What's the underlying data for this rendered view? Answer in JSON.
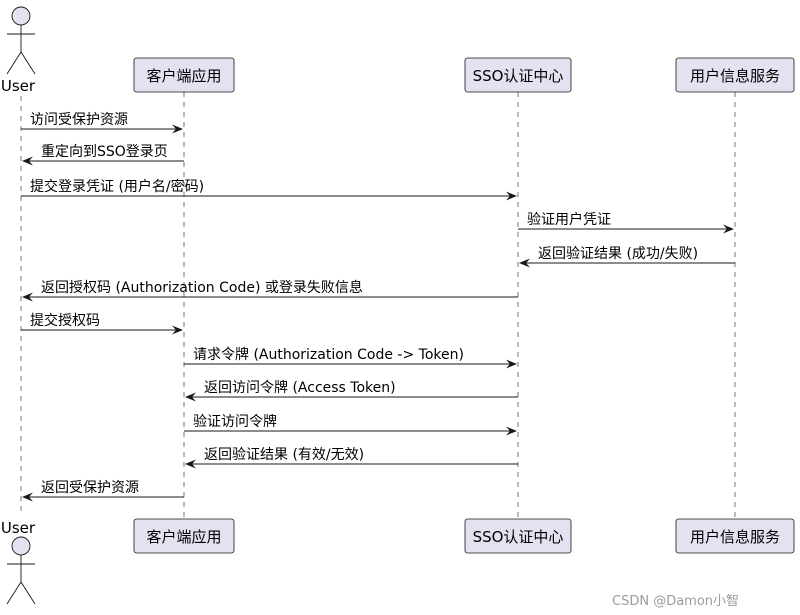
{
  "participants": [
    {
      "id": "user",
      "label": "User",
      "kind": "actor"
    },
    {
      "id": "client",
      "label": "客户端应用",
      "kind": "box"
    },
    {
      "id": "sso",
      "label": "SSO认证中心",
      "kind": "box"
    },
    {
      "id": "userinfo",
      "label": "用户信息服务",
      "kind": "box"
    }
  ],
  "messages": [
    {
      "from": "user",
      "to": "client",
      "label": "访问受保护资源"
    },
    {
      "from": "client",
      "to": "user",
      "label": "重定向到SSO登录页"
    },
    {
      "from": "user",
      "to": "sso",
      "label": "提交登录凭证 (用户名/密码)"
    },
    {
      "from": "sso",
      "to": "userinfo",
      "label": "验证用户凭证"
    },
    {
      "from": "userinfo",
      "to": "sso",
      "label": "返回验证结果 (成功/失败)"
    },
    {
      "from": "sso",
      "to": "user",
      "label": "返回授权码 (Authorization Code) 或登录失败信息"
    },
    {
      "from": "user",
      "to": "client",
      "label": "提交授权码"
    },
    {
      "from": "client",
      "to": "sso",
      "label": "请求令牌 (Authorization Code -> Token)"
    },
    {
      "from": "sso",
      "to": "client",
      "label": "返回访问令牌 (Access Token)"
    },
    {
      "from": "client",
      "to": "sso",
      "label": "验证访问令牌"
    },
    {
      "from": "sso",
      "to": "client",
      "label": "返回验证结果 (有效/无效)"
    },
    {
      "from": "client",
      "to": "user",
      "label": "返回受保护资源"
    }
  ],
  "watermark": "CSDN @Damon小智"
}
